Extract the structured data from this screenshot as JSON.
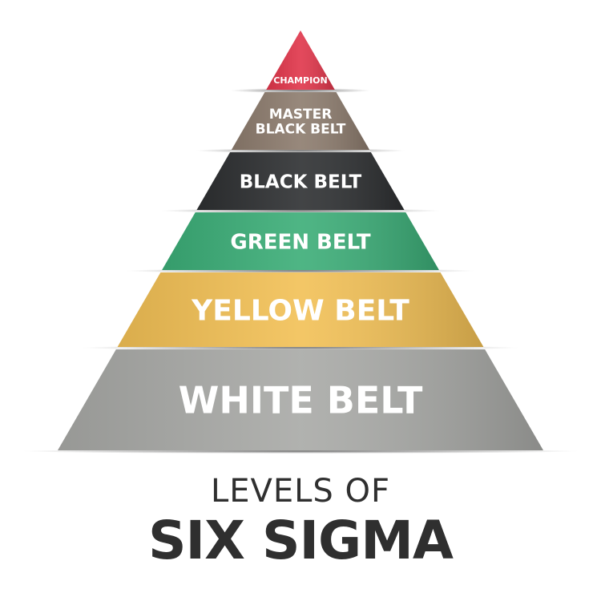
{
  "tiers": [
    {
      "label_lines": [
        "CHAMPION"
      ],
      "color": "#e0354a"
    },
    {
      "label_lines": [
        "MASTER",
        "BLACK BELT"
      ],
      "color": "#8c7b6d"
    },
    {
      "label_lines": [
        "BLACK BELT"
      ],
      "color": "#2d2f31"
    },
    {
      "label_lines": [
        "GREEN BELT"
      ],
      "color": "#3bad77"
    },
    {
      "label_lines": [
        "YELLOW BELT"
      ],
      "color": "#f2c055"
    },
    {
      "label_lines": [
        "WHITE BELT"
      ],
      "color": "#a8a9a6"
    }
  ],
  "title": {
    "line1": "LEVELS OF",
    "line2": "SIX SIGMA",
    "color": "#2f2f2f"
  }
}
